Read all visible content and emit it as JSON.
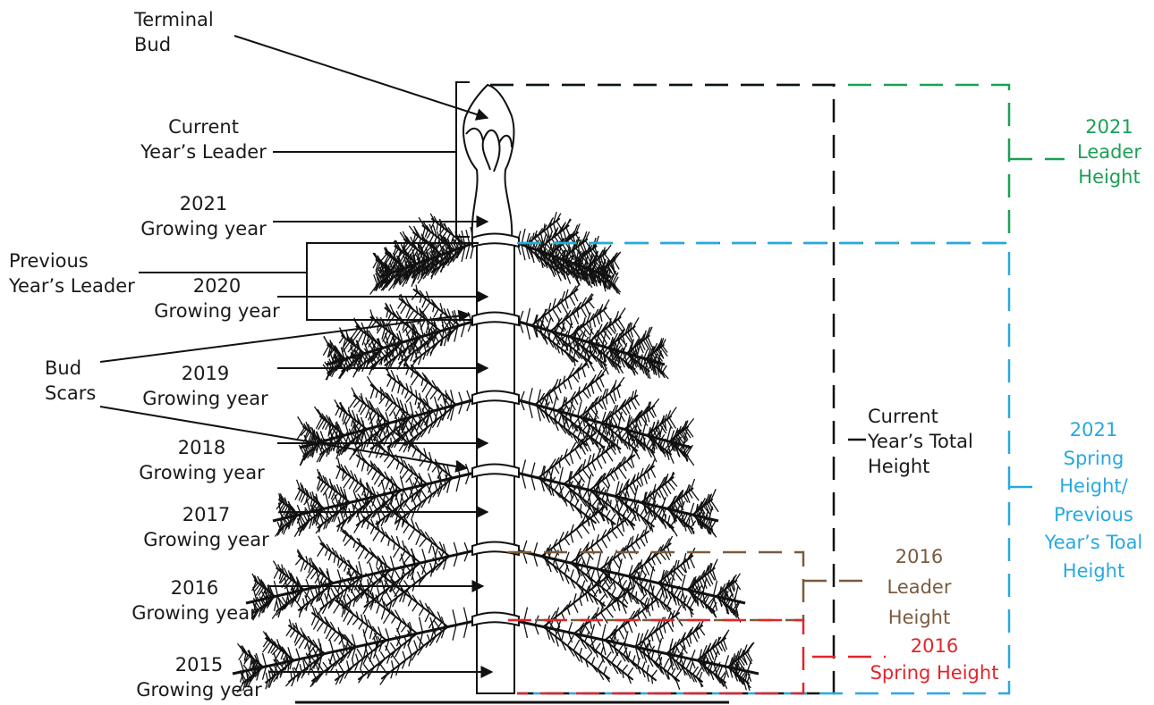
{
  "labels": {
    "terminal_bud": [
      "Terminal",
      "Bud"
    ],
    "current_leader": [
      "Current",
      "Year’s Leader"
    ],
    "y2021": [
      "2021",
      "Growing year"
    ],
    "previous_leader": [
      "Previous",
      "Year’s Leader"
    ],
    "y2020": [
      "2020",
      "Growing year"
    ],
    "bud_scars": [
      "Bud",
      "Scars"
    ],
    "y2019": [
      "2019",
      "Growing year"
    ],
    "y2018": [
      "2018",
      "Growing year"
    ],
    "y2017": [
      "2017",
      "Growing year"
    ],
    "y2016": [
      "2016",
      "Growing year"
    ],
    "y2015": [
      "2015",
      "Growing year"
    ],
    "current_total_height": [
      "Current",
      "Year’s Total",
      "Height"
    ],
    "leader_height_2021": [
      "2021",
      "Leader",
      "Height"
    ],
    "spring_height_2021": [
      "2021",
      "Spring",
      "Height/",
      "Previous",
      "Year’s Toal",
      "Height"
    ],
    "leader_height_2016": [
      "2016",
      "Leader",
      "Height"
    ],
    "spring_height_2016": [
      "2016",
      "Spring Height"
    ]
  },
  "colors": {
    "green": "#1aa055",
    "blue": "#27a9e1",
    "brown": "#7b5a3e",
    "red": "#e3242b",
    "black": "#1a1a1a"
  }
}
